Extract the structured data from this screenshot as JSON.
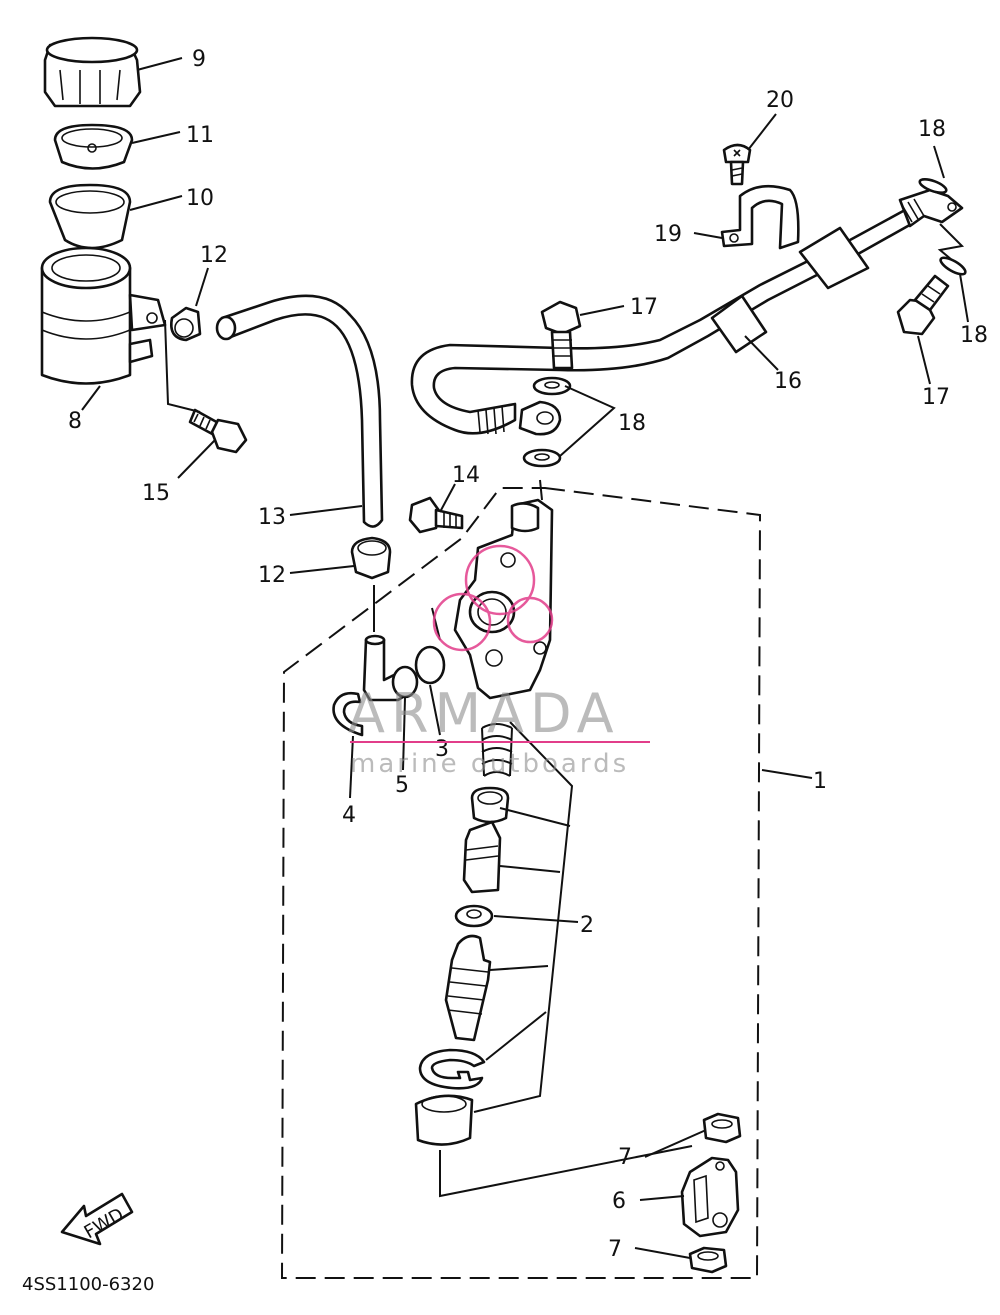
{
  "diagram": {
    "part_number": "4SS1100-6320",
    "fwd_label": "FWD",
    "callouts": {
      "c1": "1",
      "c2": "2",
      "c3": "3",
      "c4": "4",
      "c5": "5",
      "c6": "6",
      "c7a": "7",
      "c7b": "7",
      "c8": "8",
      "c9": "9",
      "c10": "10",
      "c11": "11",
      "c12a": "12",
      "c12b": "12",
      "c13": "13",
      "c14": "14",
      "c15": "15",
      "c16": "16",
      "c17a": "17",
      "c17b": "17",
      "c18a": "18",
      "c18b": "18",
      "c18c": "18",
      "c19": "19",
      "c20": "20"
    }
  },
  "watermark": {
    "brand": "ARMADA",
    "tagline": "marine outboards",
    "brand_color": "#e23d8a"
  }
}
